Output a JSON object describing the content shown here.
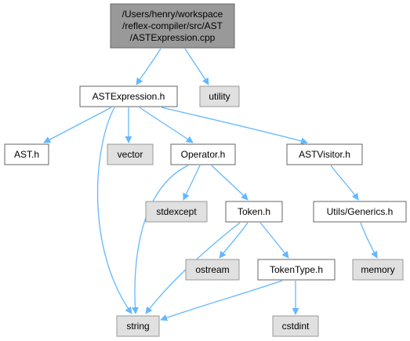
{
  "colors": {
    "root_fill": "#999999",
    "root_stroke": "#666666",
    "header_fill": "#ffffff",
    "header_stroke": "#666666",
    "system_fill": "#e0e0e0",
    "system_stroke": "#999999",
    "edge": "#63b8ff"
  },
  "nodes": [
    {
      "id": "root",
      "kind": "root",
      "lines": [
        "/Users/henry/workspace",
        "/reflex-compiler/src/AST",
        "/ASTExpression.cpp"
      ]
    },
    {
      "id": "astexpression_h",
      "kind": "header",
      "lines": [
        "ASTExpression.h"
      ]
    },
    {
      "id": "utility",
      "kind": "system",
      "lines": [
        "utility"
      ]
    },
    {
      "id": "ast_h",
      "kind": "header",
      "lines": [
        "AST.h"
      ]
    },
    {
      "id": "vector",
      "kind": "system",
      "lines": [
        "vector"
      ]
    },
    {
      "id": "operator_h",
      "kind": "header",
      "lines": [
        "Operator.h"
      ]
    },
    {
      "id": "astvisitor_h",
      "kind": "header",
      "lines": [
        "ASTVisitor.h"
      ]
    },
    {
      "id": "stdexcept",
      "kind": "system",
      "lines": [
        "stdexcept"
      ]
    },
    {
      "id": "token_h",
      "kind": "header",
      "lines": [
        "Token.h"
      ]
    },
    {
      "id": "utils_generics_h",
      "kind": "header",
      "lines": [
        "Utils/Generics.h"
      ]
    },
    {
      "id": "ostream",
      "kind": "system",
      "lines": [
        "ostream"
      ]
    },
    {
      "id": "tokentype_h",
      "kind": "header",
      "lines": [
        "TokenType.h"
      ]
    },
    {
      "id": "memory",
      "kind": "system",
      "lines": [
        "memory"
      ]
    },
    {
      "id": "string",
      "kind": "system",
      "lines": [
        "string"
      ]
    },
    {
      "id": "cstdint",
      "kind": "system",
      "lines": [
        "cstdint"
      ]
    }
  ],
  "edges": [
    {
      "from": "root",
      "to": "astexpression_h"
    },
    {
      "from": "root",
      "to": "utility"
    },
    {
      "from": "astexpression_h",
      "to": "ast_h"
    },
    {
      "from": "astexpression_h",
      "to": "string"
    },
    {
      "from": "astexpression_h",
      "to": "vector"
    },
    {
      "from": "astexpression_h",
      "to": "operator_h"
    },
    {
      "from": "astexpression_h",
      "to": "astvisitor_h"
    },
    {
      "from": "operator_h",
      "to": "string"
    },
    {
      "from": "operator_h",
      "to": "stdexcept"
    },
    {
      "from": "operator_h",
      "to": "token_h"
    },
    {
      "from": "astvisitor_h",
      "to": "utils_generics_h"
    },
    {
      "from": "token_h",
      "to": "string"
    },
    {
      "from": "token_h",
      "to": "ostream"
    },
    {
      "from": "token_h",
      "to": "tokentype_h"
    },
    {
      "from": "utils_generics_h",
      "to": "memory"
    },
    {
      "from": "tokentype_h",
      "to": "string"
    },
    {
      "from": "tokentype_h",
      "to": "cstdint"
    }
  ]
}
